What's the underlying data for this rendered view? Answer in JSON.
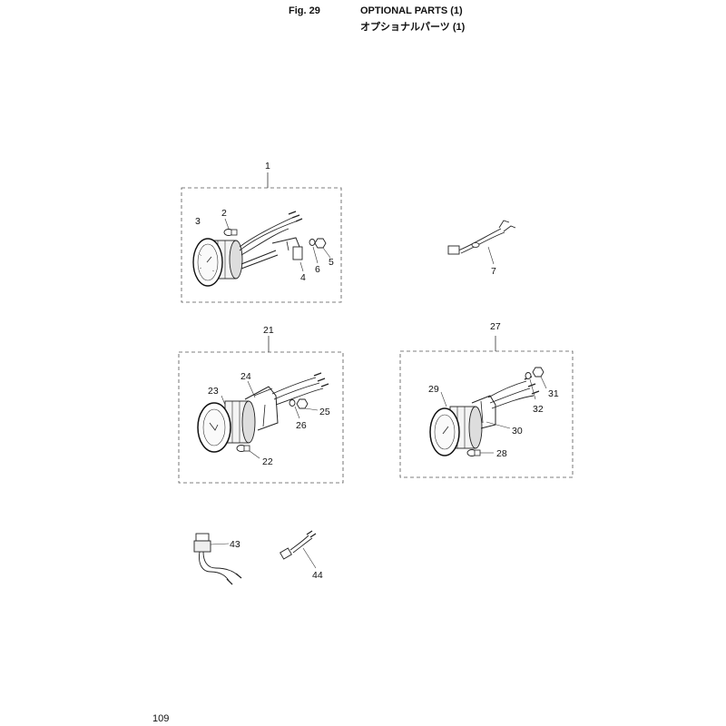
{
  "header": {
    "fig_label": "Fig. 29",
    "title_en": "OPTIONAL PARTS (1)",
    "title_jp": "オプショナルパーツ (1)"
  },
  "page_number": "109",
  "callouts": {
    "c1": "1",
    "c2": "2",
    "c3": "3",
    "c4": "4",
    "c5": "5",
    "c6": "6",
    "c7": "7",
    "c21": "21",
    "c22": "22",
    "c23": "23",
    "c24": "24",
    "c25": "25",
    "c26": "26",
    "c27": "27",
    "c28": "28",
    "c29": "29",
    "c30": "30",
    "c31": "31",
    "c32": "32",
    "c43": "43",
    "c44": "44"
  }
}
